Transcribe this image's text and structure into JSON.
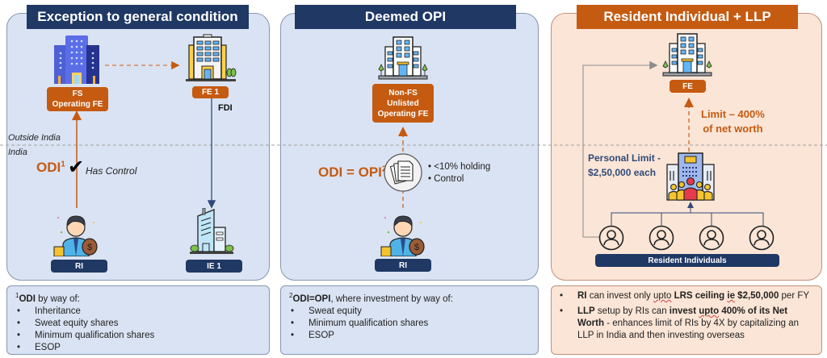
{
  "boundary": {
    "outside_label": "Outside India",
    "inside_label": "India"
  },
  "panel1": {
    "title": "Exception to general condition",
    "fs_tag_line1": "FS",
    "fs_tag_line2": "Operating FE",
    "fe1_tag": "FE 1",
    "fdi_label": "FDI",
    "odi_label": "ODI",
    "odi_sup": "1",
    "check_glyph": "✔",
    "has_control": "Has Control",
    "ri_tag": "RI",
    "ie1_tag": "IE 1",
    "note": {
      "sup": "1",
      "bold": "ODI",
      "rest": " by way of:",
      "items": [
        "Inheritance",
        "Sweat equity shares",
        "Minimum qualification shares",
        "ESOP"
      ]
    }
  },
  "panel2": {
    "title": "Deemed OPI",
    "fe_tag_line1": "Non-FS",
    "fe_tag_line2": "Unlisted",
    "fe_tag_line3": "Operating FE",
    "odi_opi_label": "ODI = OPI",
    "odi_opi_sup": "2",
    "conditions": [
      "<10% holding",
      "Control"
    ],
    "ri_tag": "RI",
    "note": {
      "sup": "2",
      "bold": "ODI=OPI",
      "rest": ", where investment by way of:",
      "items": [
        "Sweat equity",
        "Minimum qualification shares",
        "ESOP"
      ]
    }
  },
  "panel3": {
    "title": "Resident Individual + LLP",
    "fe_tag": "FE",
    "limit_line1": "Limit – 400%",
    "limit_line2": "of net worth",
    "personal_line1": "Personal Limit -",
    "personal_line2": "$2,50,000 each",
    "ri_group_tag": "Resident Individuals",
    "note": {
      "b1": {
        "bold1": "RI",
        "t1": " can invest only ",
        "u1": "upto",
        "t2": " ",
        "bold2": "LRS ceiling ",
        "bold2u": "ie",
        "bold3": " $2,50,000",
        "t3": " per FY"
      },
      "b2": {
        "bold1": "LLP",
        "t1": " setup by RIs can ",
        "bold2": "invest ",
        "bold2u": "upto",
        "bold3": " 400% of its Net Worth",
        "t2": " - enhances limit of RIs by 4X by capitalizing an LLP in India and then investing overseas"
      }
    }
  },
  "colors": {
    "navy": "#1f3864",
    "orange": "#c55a11",
    "panel_blue": "#dae3f3",
    "panel_peach": "#fbe5d6"
  }
}
